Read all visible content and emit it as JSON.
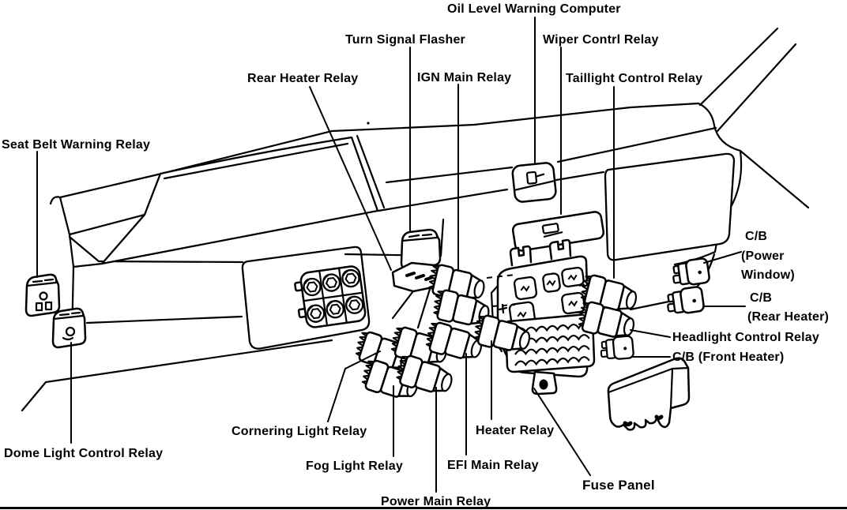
{
  "colors": {
    "ink": "#000000",
    "background": "#ffffff"
  },
  "diagram": {
    "kind": "dashboard-relay-location-diagram",
    "labels": {
      "oil_level_warning_computer": "Oil Level Warning Computer",
      "turn_signal_flasher": "Turn Signal Flasher",
      "wiper_control_relay": "Wiper Contrl Relay",
      "rear_heater_relay": "Rear Heater Relay",
      "ign_main_relay": "IGN Main Relay",
      "taillight_control_relay": "Taillight Control Relay",
      "seat_belt_warning_relay": "Seat Belt Warning Relay",
      "cb_power_window_line1": "C/B",
      "cb_power_window_line2": "(Power",
      "cb_power_window_line3": "Window)",
      "cb_rear_heater_line1": "C/B",
      "cb_rear_heater_line2": "(Rear Heater)",
      "headlight_control_relay": "Headlight Control Relay",
      "cb_front_heater": "C/B (Front Heater)",
      "dome_light_control_relay": "Dome Light Control Relay",
      "cornering_light_relay": "Cornering Light Relay",
      "fog_light_relay": "Fog Light Relay",
      "efi_main_relay": "EFI Main Relay",
      "power_main_relay": "Power Main Relay",
      "heater_relay": "Heater Relay",
      "fuse_panel": "Fuse Panel"
    }
  }
}
